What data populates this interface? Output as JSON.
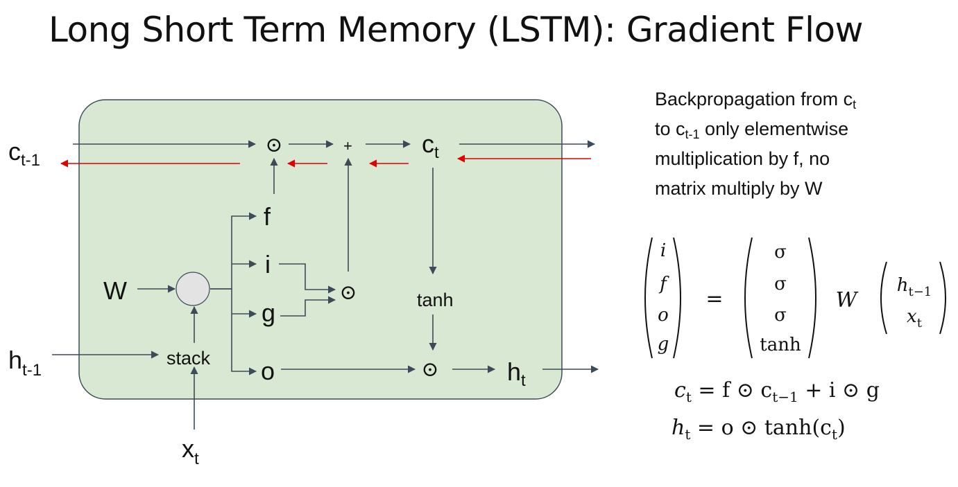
{
  "slide": {
    "title": "Long Short Term Memory (LSTM): Gradient Flow"
  },
  "diagram": {
    "cell_labels": {
      "c_prev": "c",
      "c_prev_sub": "t-1",
      "c_t": "c",
      "c_t_sub": "t",
      "h_prev": "h",
      "h_prev_sub": "t-1",
      "h_t": "h",
      "h_t_sub": "t",
      "x_t": "x",
      "x_t_sub": "t",
      "weight": "W",
      "stack": "stack",
      "tanh": "tanh",
      "plus": "+",
      "hadamard": "⊙"
    },
    "gates": [
      "f",
      "i",
      "g",
      "o"
    ],
    "colors": {
      "cell_fill": "#d9e8d2",
      "cell_border": "#3d4a57",
      "forward_arrow": "#3d4a57",
      "backward_arrow": "#e00000",
      "node_fill": "#e3e3e3"
    }
  },
  "explanation": {
    "line1": "Backpropagation from c",
    "line1_sub": "t",
    "line2_pre": "to c",
    "line2_sub": "t-1",
    "line2_post": " only elementwise",
    "line3": "multiplication by f, no",
    "line4": "matrix multiply by W"
  },
  "equations": {
    "gate_vector": [
      "i",
      "f",
      "o",
      "g"
    ],
    "activation_vector": [
      "σ",
      "σ",
      "σ",
      "tanh"
    ],
    "equals": "=",
    "weight": "W",
    "input_vector": [
      "h",
      "x"
    ],
    "input_subs": [
      "t−1",
      "t"
    ],
    "cell_eq": "c",
    "cell_eq_sub": "t",
    "cell_eq_rhs_1": " = f ⊙ c",
    "cell_eq_rhs_sub": "t−1",
    "cell_eq_rhs_2": " + i ⊙ g",
    "hidden_eq": "h",
    "hidden_eq_sub": "t",
    "hidden_eq_rhs_1": " = o ⊙ tanh(c",
    "hidden_eq_rhs_sub": "t",
    "hidden_eq_rhs_2": ")"
  }
}
